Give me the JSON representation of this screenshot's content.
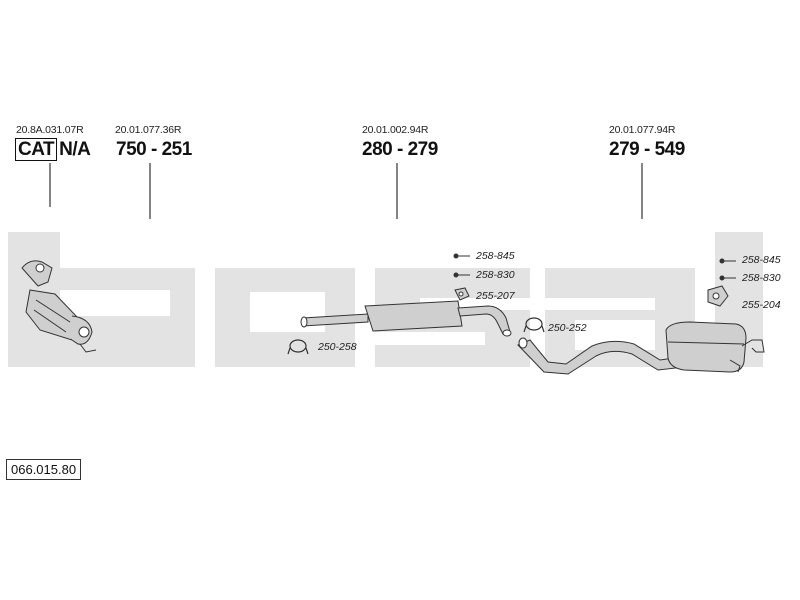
{
  "colors": {
    "watermark": "#e3e3e3",
    "line": "#333333",
    "part_fill": "#cfcfcf"
  },
  "top_labels": [
    {
      "code": "20.8A.031.07R",
      "box_text": "CAT",
      "number": "N/A"
    },
    {
      "code": "20.01.077.36R",
      "number": "750 - 251"
    },
    {
      "code": "20.01.002.94R",
      "number": "280 - 279"
    },
    {
      "code": "20.01.077.94R",
      "number": "279 - 549"
    }
  ],
  "part_labels": {
    "mid_bolt_1": "258-845",
    "mid_bolt_2": "258-830",
    "mid_hanger": "255-207",
    "mid_clamp": "250-252",
    "left_clamp": "250-258",
    "right_bolt_1": "258-845",
    "right_bolt_2": "258-830",
    "right_hanger": "255-204"
  },
  "reference": "066.015.80",
  "watermark_text": "bosal",
  "icons": [
    "catalytic-converter-icon",
    "exhaust-pipe-icon",
    "middle-silencer-icon",
    "rear-silencer-icon",
    "clamp-icon",
    "bolt-icon",
    "rubber-hanger-icon"
  ]
}
